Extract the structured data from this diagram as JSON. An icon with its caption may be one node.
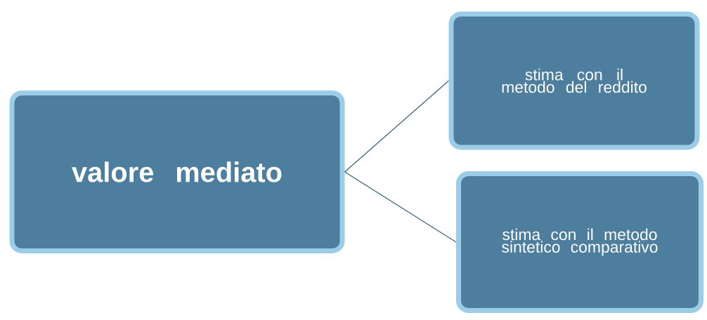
{
  "diagram": {
    "nodes": [
      {
        "text": [
          "valore mediato"
        ]
      },
      {
        "text": [
          "stima con il metodo del reddito"
        ]
      },
      {
        "text": [
          "stima con il metodo sintetico comparativo"
        ]
      }
    ],
    "edges": [
      {
        "from": 0,
        "to": 1,
        "arrow": "none"
      },
      {
        "from": 0,
        "to": 2,
        "arrow": "none"
      }
    ]
  }
}
